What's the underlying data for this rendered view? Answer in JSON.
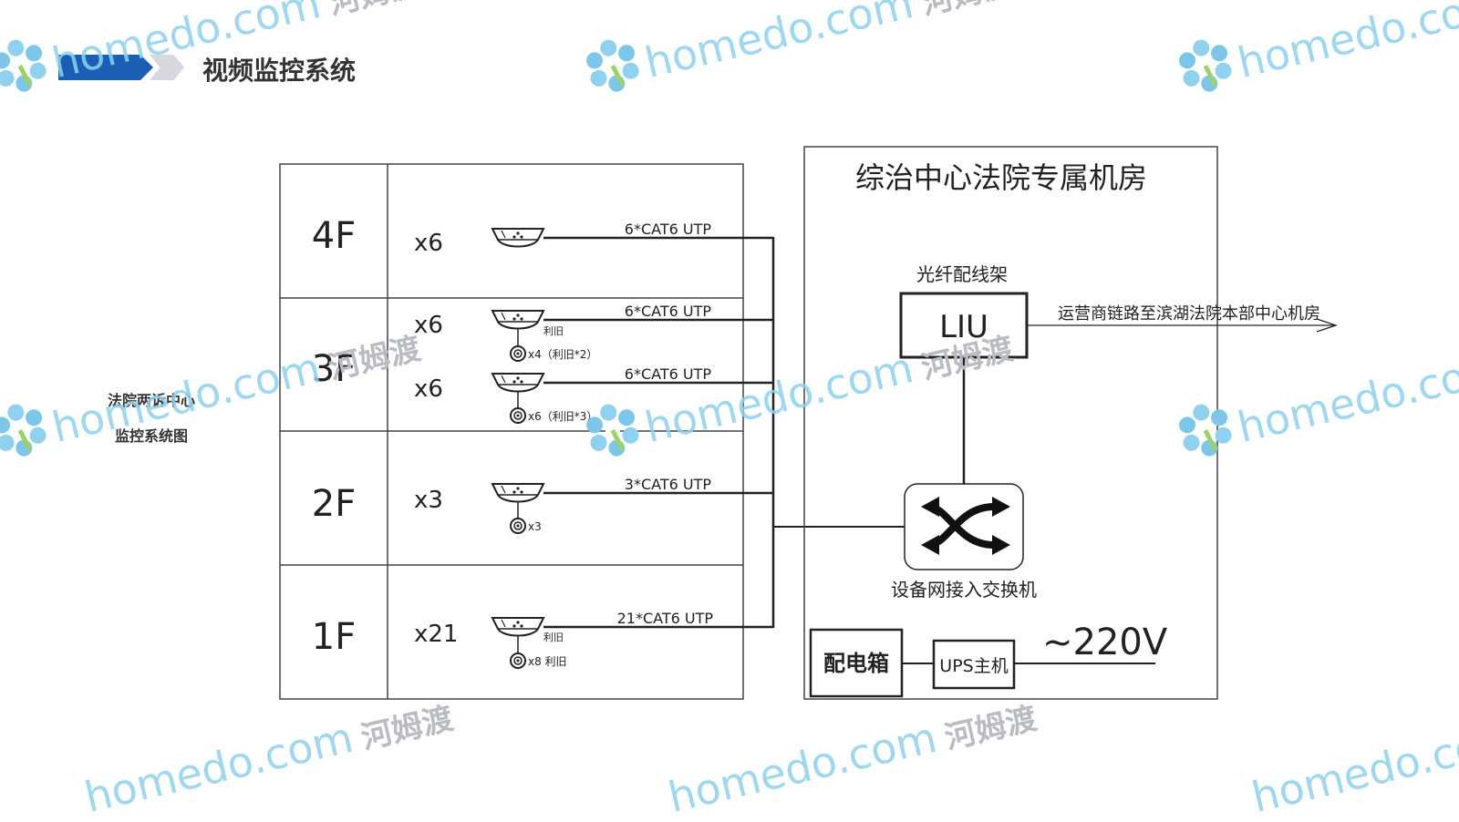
{
  "page": {
    "title": "视频监控系统",
    "side_label_line1": "法院两诉中心",
    "side_label_line2": "监控系统图"
  },
  "watermark": {
    "brand": "homedo.com",
    "cn": "河姆渡",
    "brand_color": "#8fd1ef"
  },
  "accent": {
    "title_bar_blue": "#1a5fb4",
    "title_bar_grey": "#d5d9de"
  },
  "floors": [
    {
      "floor": "4F",
      "counts": [
        "x6"
      ],
      "cameras": [
        {
          "cable": "6*CAT6 UTP",
          "tag": "",
          "dome": ""
        }
      ]
    },
    {
      "floor": "3F",
      "counts": [
        "x6",
        "x6"
      ],
      "cameras": [
        {
          "cable": "6*CAT6 UTP",
          "tag": "利旧",
          "dome": "x4（利旧*2）"
        },
        {
          "cable": "6*CAT6 UTP",
          "tag": "",
          "dome": "x6（利旧*3）"
        }
      ]
    },
    {
      "floor": "2F",
      "counts": [
        "x3"
      ],
      "cameras": [
        {
          "cable": "3*CAT6 UTP",
          "tag": "",
          "dome": "x3"
        }
      ]
    },
    {
      "floor": "1F",
      "counts": [
        "x21"
      ],
      "cameras": [
        {
          "cable": "21*CAT6 UTP",
          "tag": "利旧",
          "dome": "x8 利旧"
        }
      ]
    }
  ],
  "room": {
    "title": "综治中心法院专属机房",
    "odf_label": "光纤配线架",
    "liu": "LIU",
    "uplink": "运营商链路至滨湖法院本部中心机房",
    "switch_label": "设备网接入交换机",
    "power_box": "配电箱",
    "ups": "UPS主机",
    "voltage": "~220V"
  }
}
